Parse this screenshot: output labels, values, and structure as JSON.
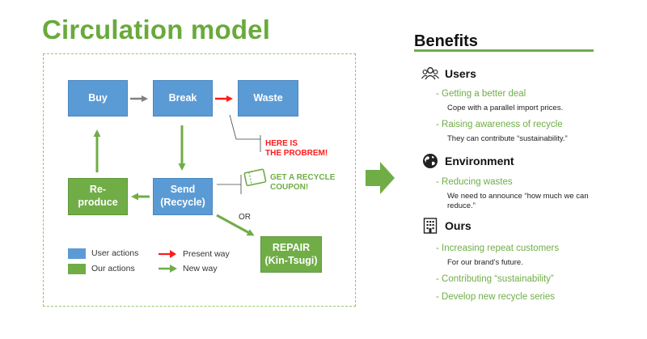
{
  "title": "Circulation model",
  "diagram": {
    "nodes": {
      "buy": "Buy",
      "break": "Break",
      "waste": "Waste",
      "reproduce": "Re-\nproduce",
      "send": "Send\n(Recycle)",
      "repair": "REPAIR\n(Kin-Tsugi)"
    },
    "problem_note": "HERE IS\nTHE PROBREM!",
    "coupon_note": "GET A RECYCLE\nCOUPON!",
    "or_label": "OR",
    "legend": {
      "user_actions": "User actions",
      "our_actions": "Our actions",
      "present_way": "Present way",
      "new_way": "New way"
    },
    "colors": {
      "blue": "#5b9bd5",
      "green": "#70ad47",
      "red": "#ff1a1a",
      "gray": "#808080"
    }
  },
  "benefits": {
    "title": "Benefits",
    "users": {
      "label": "Users",
      "icon": "users-icon",
      "b1": "- Getting a better deal",
      "b1_sub": "Cope with a parallel import prices.",
      "b2": "- Raising awareness of recycle",
      "b2_sub": "They can contribute “sustainability.”"
    },
    "environment": {
      "label": "Environment",
      "icon": "globe-icon",
      "b1": "- Reducing wastes",
      "b1_sub": "We need to announce “how much we can\nreduce.”"
    },
    "ours": {
      "label": "Ours",
      "icon": "building-icon",
      "b1": "- Increasing repeat customers",
      "b1_sub": "For our brand’s future.",
      "b2": "- Contributing “sustainability”",
      "b3": "- Develop new recycle series"
    }
  }
}
